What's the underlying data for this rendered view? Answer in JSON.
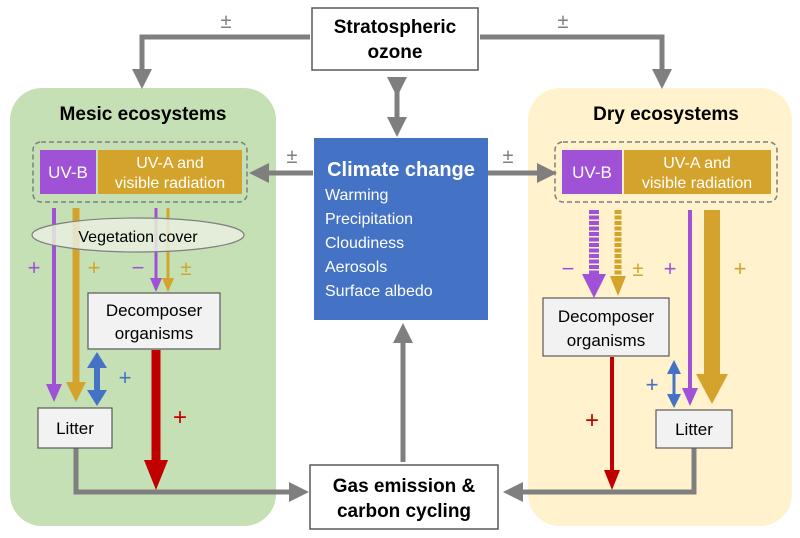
{
  "nodes": {
    "ozone": {
      "line1": "Stratospheric",
      "line2": "ozone"
    },
    "climate": {
      "title": "Climate change",
      "items": [
        "Warming",
        "Precipitation",
        "Cloudiness",
        "Aerosols",
        "Surface albedo"
      ]
    },
    "gas": {
      "line1": "Gas emission &",
      "line2": "carbon cycling"
    },
    "mesic": {
      "title": "Mesic ecosystems",
      "uvb": "UV-B",
      "uva_line1": "UV-A and",
      "uva_line2": "visible radiation",
      "vegetation": "Vegetation cover",
      "decomposer_line1": "Decomposer",
      "decomposer_line2": "organisms",
      "litter": "Litter"
    },
    "dry": {
      "title": "Dry ecosystems",
      "uvb": "UV-B",
      "uva_line1": "UV-A and",
      "uva_line2": "visible radiation",
      "decomposer_line1": "Decomposer",
      "decomposer_line2": "organisms",
      "litter": "Litter"
    }
  },
  "signs": {
    "ozone_left": "±",
    "ozone_right": "±",
    "climate_left": "±",
    "climate_right": "±",
    "mesic_uvb_veg": "+",
    "mesic_uva_veg": "+",
    "mesic_uvb_decomp": "−",
    "mesic_uva_decomp": "±",
    "mesic_litter_decomp": "+",
    "mesic_decomp_gas": "+",
    "dry_uvb_decomp": "−",
    "dry_uva_decomp": "±",
    "dry_uvb_litter": "+",
    "dry_uva_litter": "+",
    "dry_litter_decomp": "+",
    "dry_decomp_gas": "+"
  },
  "colors": {
    "mesic_bg": "#c5e0b4",
    "dry_bg": "#fff2cc",
    "climate_box": "#4472c4",
    "uvb": "#a052d6",
    "uva": "#d4a32b",
    "gray_arrow": "#7f7f7f",
    "blue_arrow": "#4472c4",
    "red_arrow": "#c00000",
    "vegetation_fill": "#e8eee0"
  }
}
